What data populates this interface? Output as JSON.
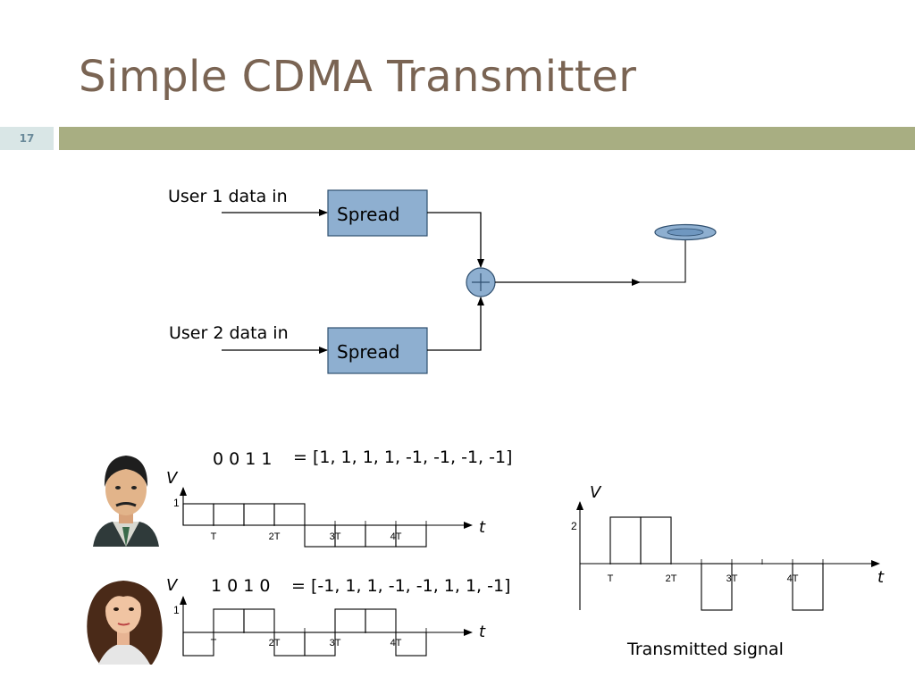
{
  "slide": {
    "title": "Simple CDMA Transmitter",
    "number": "17"
  },
  "block_diagram": {
    "user1_label": "User 1 data in",
    "user2_label": "User 2 data in",
    "spread1_label": "Spread",
    "spread2_label": "Spread",
    "adder_symbol": "+"
  },
  "user1": {
    "bits": "0 0 1 1",
    "sequence": "= [1, 1, 1, 1, -1, -1, -1, -1]",
    "v_axis": "V",
    "t_axis": "t",
    "level_label": "1",
    "ticks": [
      "T",
      "2T",
      "3T",
      "4T"
    ],
    "chip_values": [
      1,
      1,
      1,
      1,
      -1,
      -1,
      -1,
      -1
    ]
  },
  "user2": {
    "bits": "1 0 1 0",
    "sequence": "= [-1, 1, 1, -1, -1, 1, 1, -1]",
    "v_axis": "V",
    "t_axis": "t",
    "level_label": "1",
    "ticks": [
      "T",
      "2T",
      "3T",
      "4T"
    ],
    "chip_values": [
      -1,
      1,
      1,
      -1,
      -1,
      1,
      1,
      -1
    ]
  },
  "transmitted": {
    "caption": "Transmitted signal",
    "v_axis": "V",
    "t_axis": "t",
    "level_label": "2",
    "ticks": [
      "T",
      "2T",
      "3T",
      "4T"
    ],
    "chip_values": [
      0,
      2,
      2,
      0,
      -2,
      0,
      0,
      -2
    ]
  },
  "colors": {
    "title": "#7a6453",
    "title_bar": "#a8ae82",
    "slide_num_bg": "#d9e6e6",
    "spread_box": "#8eafd0",
    "adder": "#8eafd0"
  }
}
